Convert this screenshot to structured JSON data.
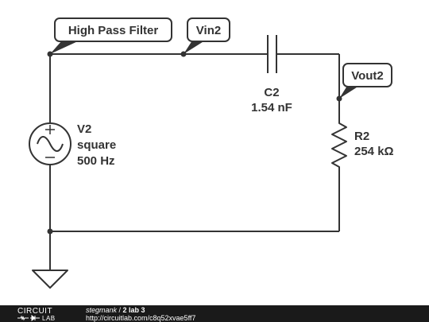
{
  "labels": {
    "filter_title": "High Pass Filter",
    "vin": "Vin2",
    "vout": "Vout2"
  },
  "components": {
    "source": {
      "name": "V2",
      "type": "square",
      "freq": "500 Hz"
    },
    "capacitor": {
      "name": "C2",
      "value": "1.54 nF"
    },
    "resistor": {
      "name": "R2",
      "value": "254 kΩ"
    }
  },
  "footer": {
    "brand_line1": "CIRCUIT",
    "brand_line2": "LAB",
    "author": "stegmank",
    "separator": " / ",
    "title": "2 lab 3",
    "url": "http://circuitlab.com/c8q52xvae5ff7"
  },
  "colors": {
    "wire": "#333333",
    "footer_bg": "#1a1a1a"
  }
}
